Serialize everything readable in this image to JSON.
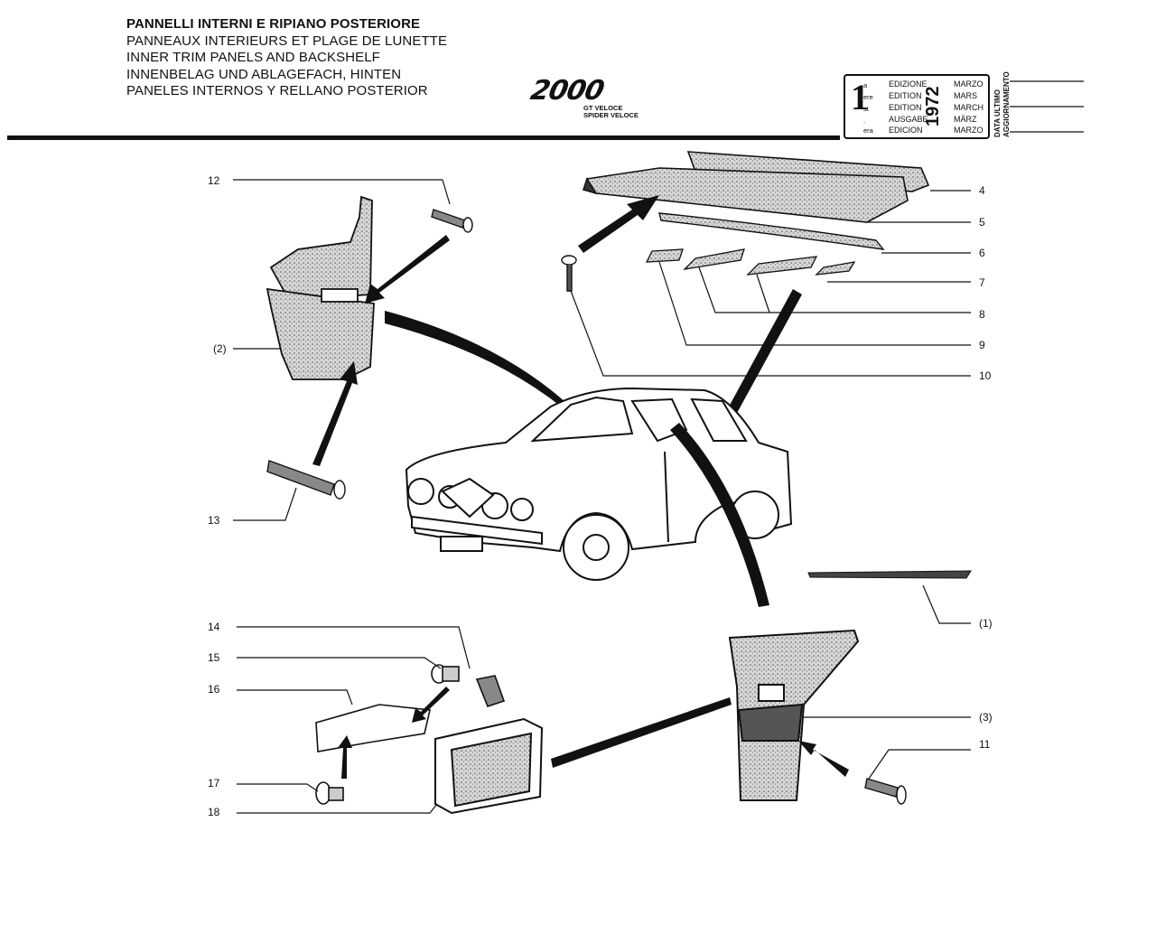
{
  "header": {
    "titles": [
      "PANNELLI INTERNI E RIPIANO POSTERIORE",
      "PANNEAUX INTERIEURS ET PLAGE DE LUNETTE",
      "INNER TRIM PANELS AND BACKSHELF",
      "INNENBELAG UND ABLAGEFACH, HINTEN",
      "PANELES INTERNOS Y RELLANO POSTERIOR"
    ],
    "logo": {
      "model": "2000",
      "sub1": "GT VELOCE",
      "sub2": "SPIDER VELOCE"
    },
    "edition": {
      "number": "1",
      "suffixes": [
        "a",
        "ere",
        "st",
        ".",
        "era"
      ],
      "words": [
        "EDIZIONE",
        "EDITION",
        "EDITION",
        "AUSGABE",
        "EDICION"
      ],
      "year": "1972",
      "months": [
        "MARZO",
        "MARS",
        "MARCH",
        "MÄRZ",
        "MARZO"
      ]
    },
    "last_update_label_1": "DATA ULTIMO",
    "last_update_label_2": "AGGIORNAMENTO"
  },
  "callouts": {
    "c4": "4",
    "c5": "5",
    "c6": "6",
    "c7": "7",
    "c8": "8",
    "c9": "9",
    "c10": "10",
    "c11": "11",
    "c12": "12",
    "c13": "13",
    "c14": "14",
    "c15": "15",
    "c16": "16",
    "c17": "17",
    "c18": "18",
    "c1p": "(1)",
    "c2p": "(2)",
    "c3p": "(3)"
  },
  "colors": {
    "ink": "#111111",
    "panel_fill": "#bdbdbd",
    "paper": "#ffffff"
  }
}
